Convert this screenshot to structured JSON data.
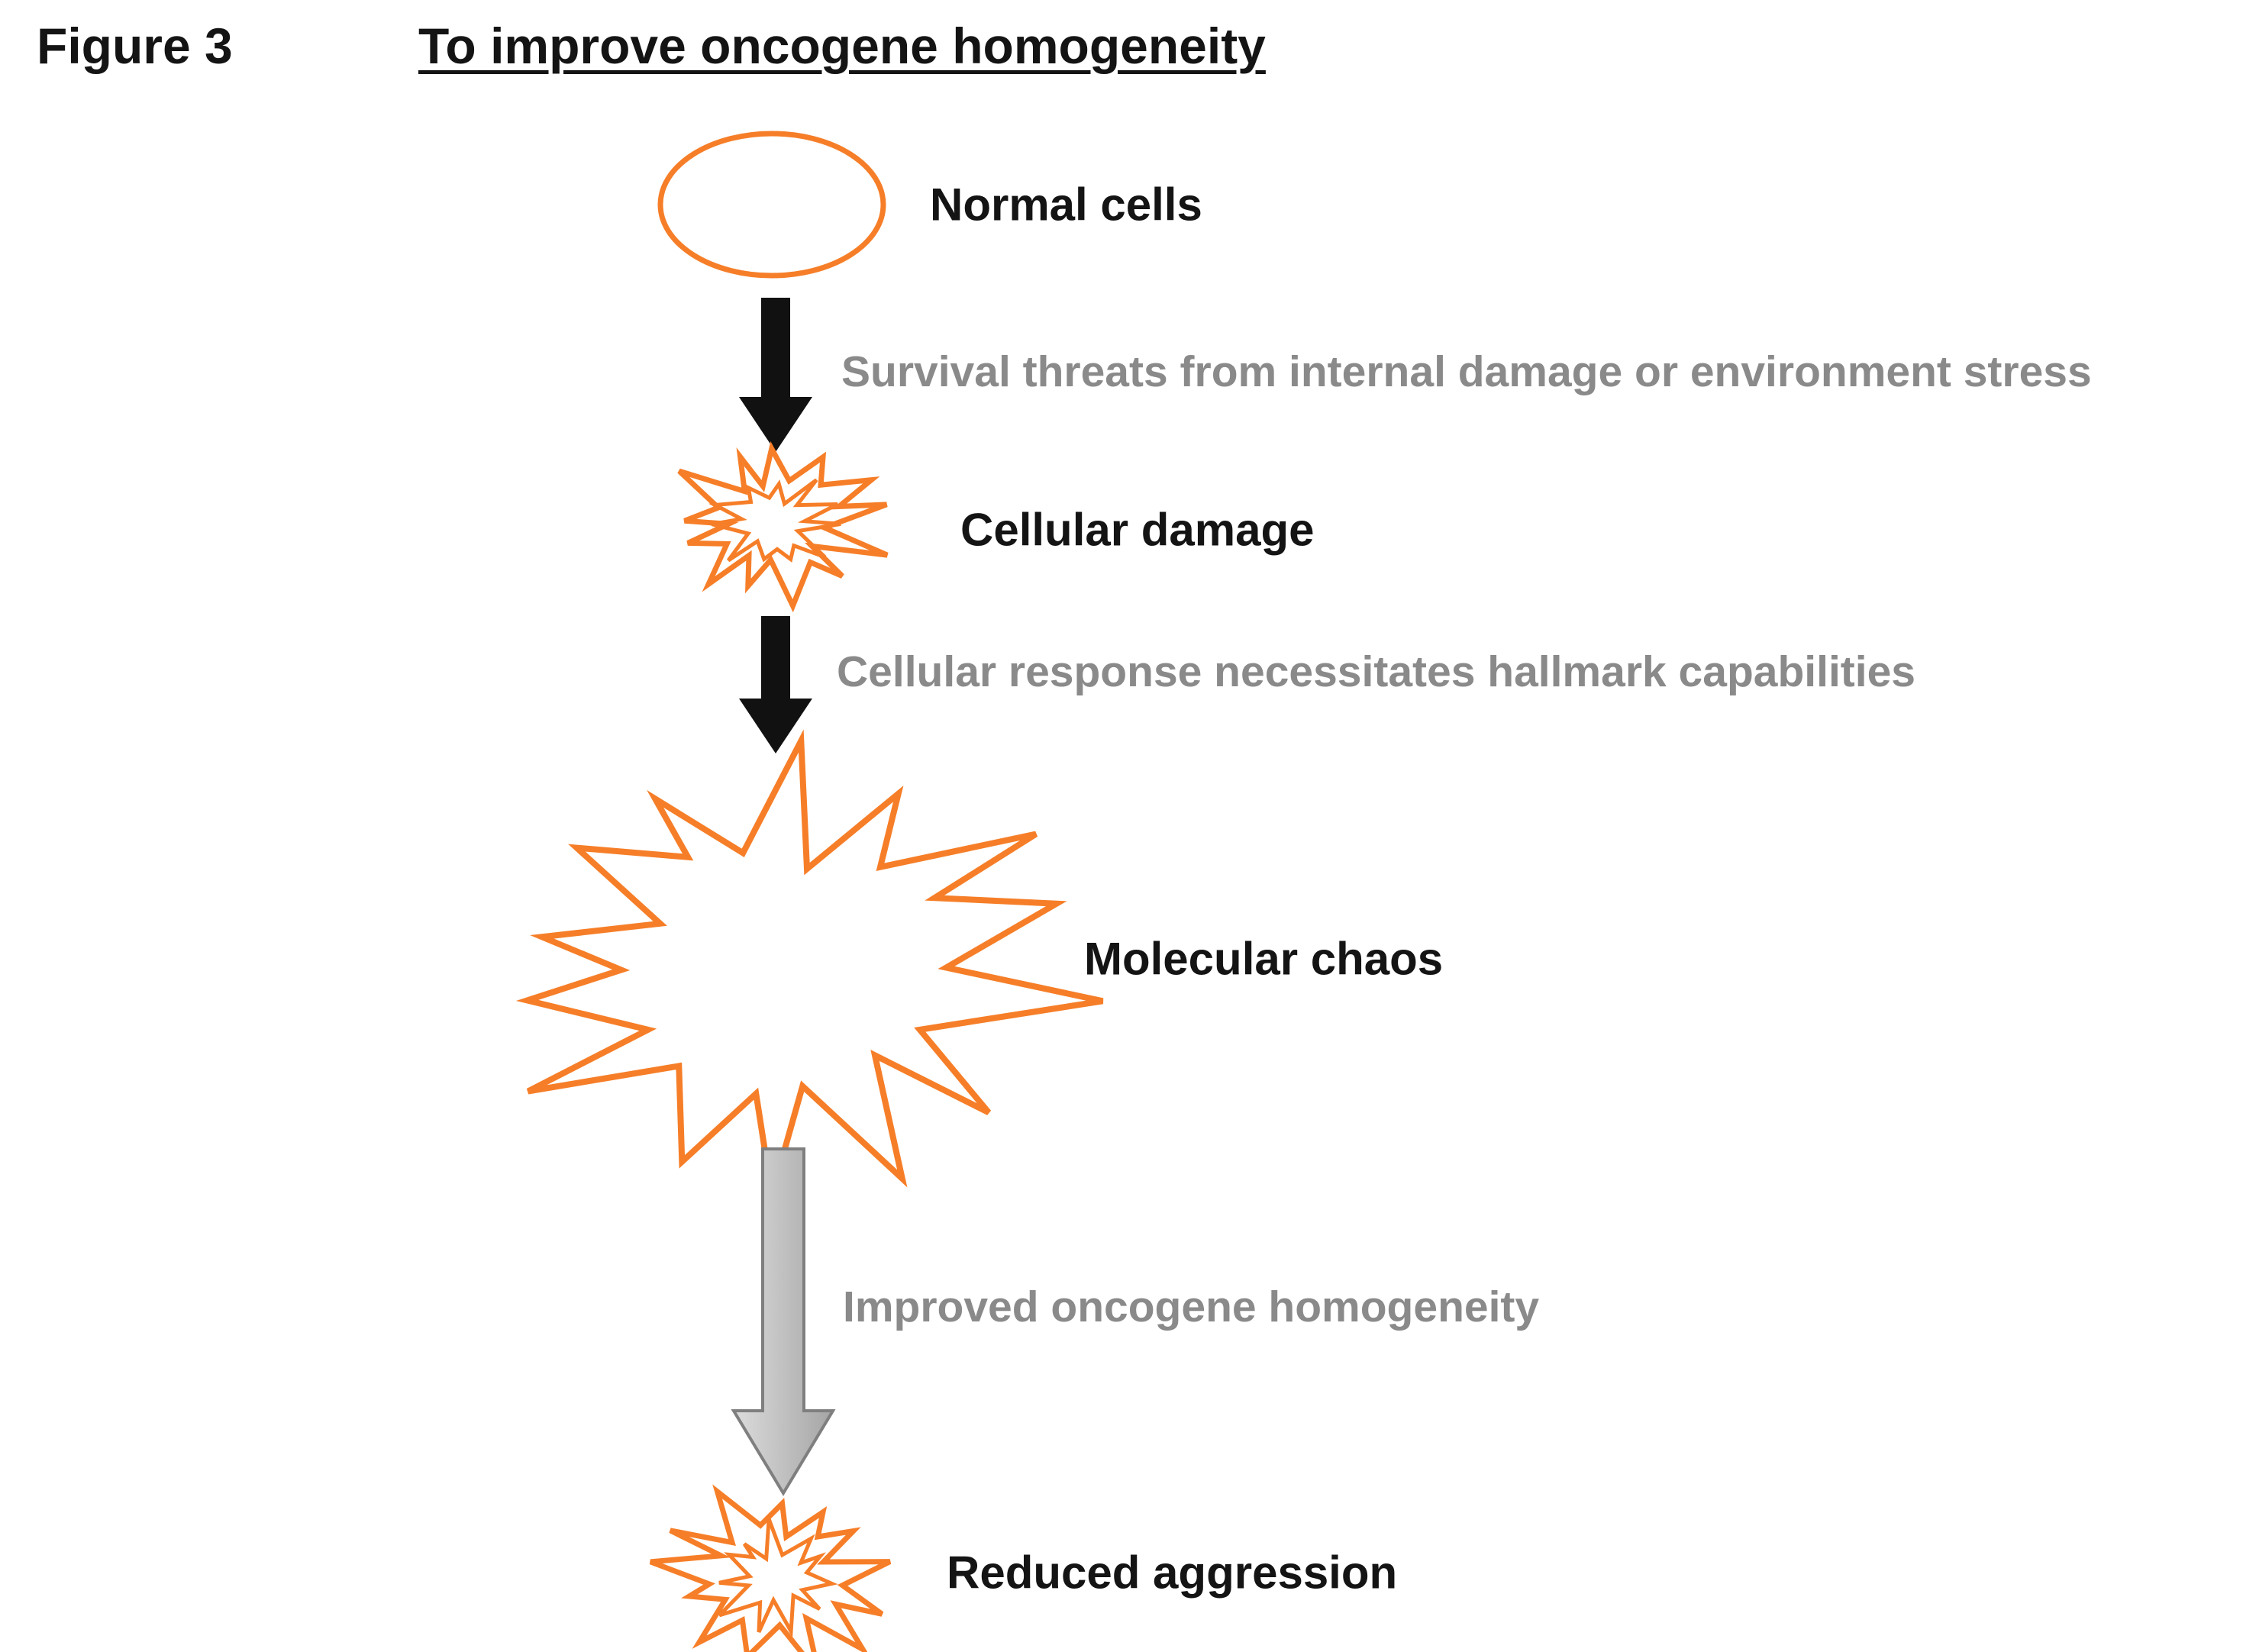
{
  "figure_label": "Figure 3",
  "title": "To improve oncogene homogeneity",
  "nodes": [
    {
      "id": "normal-cells",
      "label": "Normal cells",
      "shape": "ellipse"
    },
    {
      "id": "cellular-damage",
      "label": "Cellular damage",
      "shape": "starburst-small"
    },
    {
      "id": "molecular-chaos",
      "label": "Molecular chaos",
      "shape": "starburst-large"
    },
    {
      "id": "reduced-aggression",
      "label": "Reduced aggression",
      "shape": "starburst-small"
    }
  ],
  "arrows": [
    {
      "id": "arrow-1",
      "style": "solid-black",
      "label": "Survival threats from internal damage or environment stress"
    },
    {
      "id": "arrow-2",
      "style": "solid-black",
      "label": "Cellular response necessitates hallmark capabilities"
    },
    {
      "id": "arrow-3",
      "style": "outlined-gray",
      "label": "Improved oncogene homogeneity"
    }
  ],
  "colors": {
    "shape_orange": "#F67E28",
    "text_black": "#141414",
    "text_gray": "#8A8A8A",
    "arrow_black": "#111111",
    "gray_arrow_fill_light": "#DCDCDC",
    "gray_arrow_fill_dark": "#A5A5A5",
    "gray_arrow_stroke": "#7F7F7F"
  }
}
